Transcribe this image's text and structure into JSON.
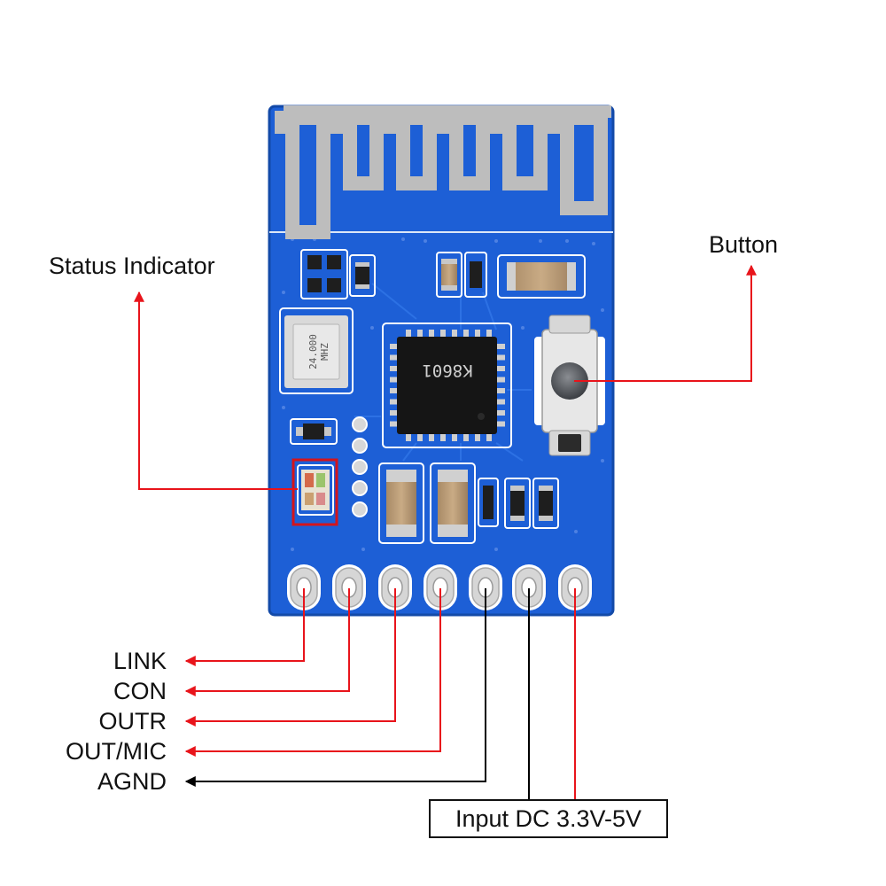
{
  "labels": {
    "status_indicator": "Status Indicator",
    "button": "Button",
    "input_dc": "Input DC 3.3V-5V"
  },
  "pins": [
    {
      "name": "LINK",
      "color": "#e8141b"
    },
    {
      "name": "CON",
      "color": "#e8141b"
    },
    {
      "name": "OUTR",
      "color": "#e8141b"
    },
    {
      "name": "OUT/MIC",
      "color": "#e8141b"
    },
    {
      "name": "AGND",
      "color": "#000000"
    }
  ],
  "chip": {
    "marking": "K8601"
  },
  "crystal": {
    "line1": "24.000",
    "line2": "MHZ"
  },
  "colors": {
    "pcb": "#1d5fd6",
    "pcb_dark": "#164fb8",
    "silkscreen": "#ffffff",
    "antenna": "#b9b9b9",
    "leader_red": "#e8141b",
    "leader_black": "#000000"
  }
}
